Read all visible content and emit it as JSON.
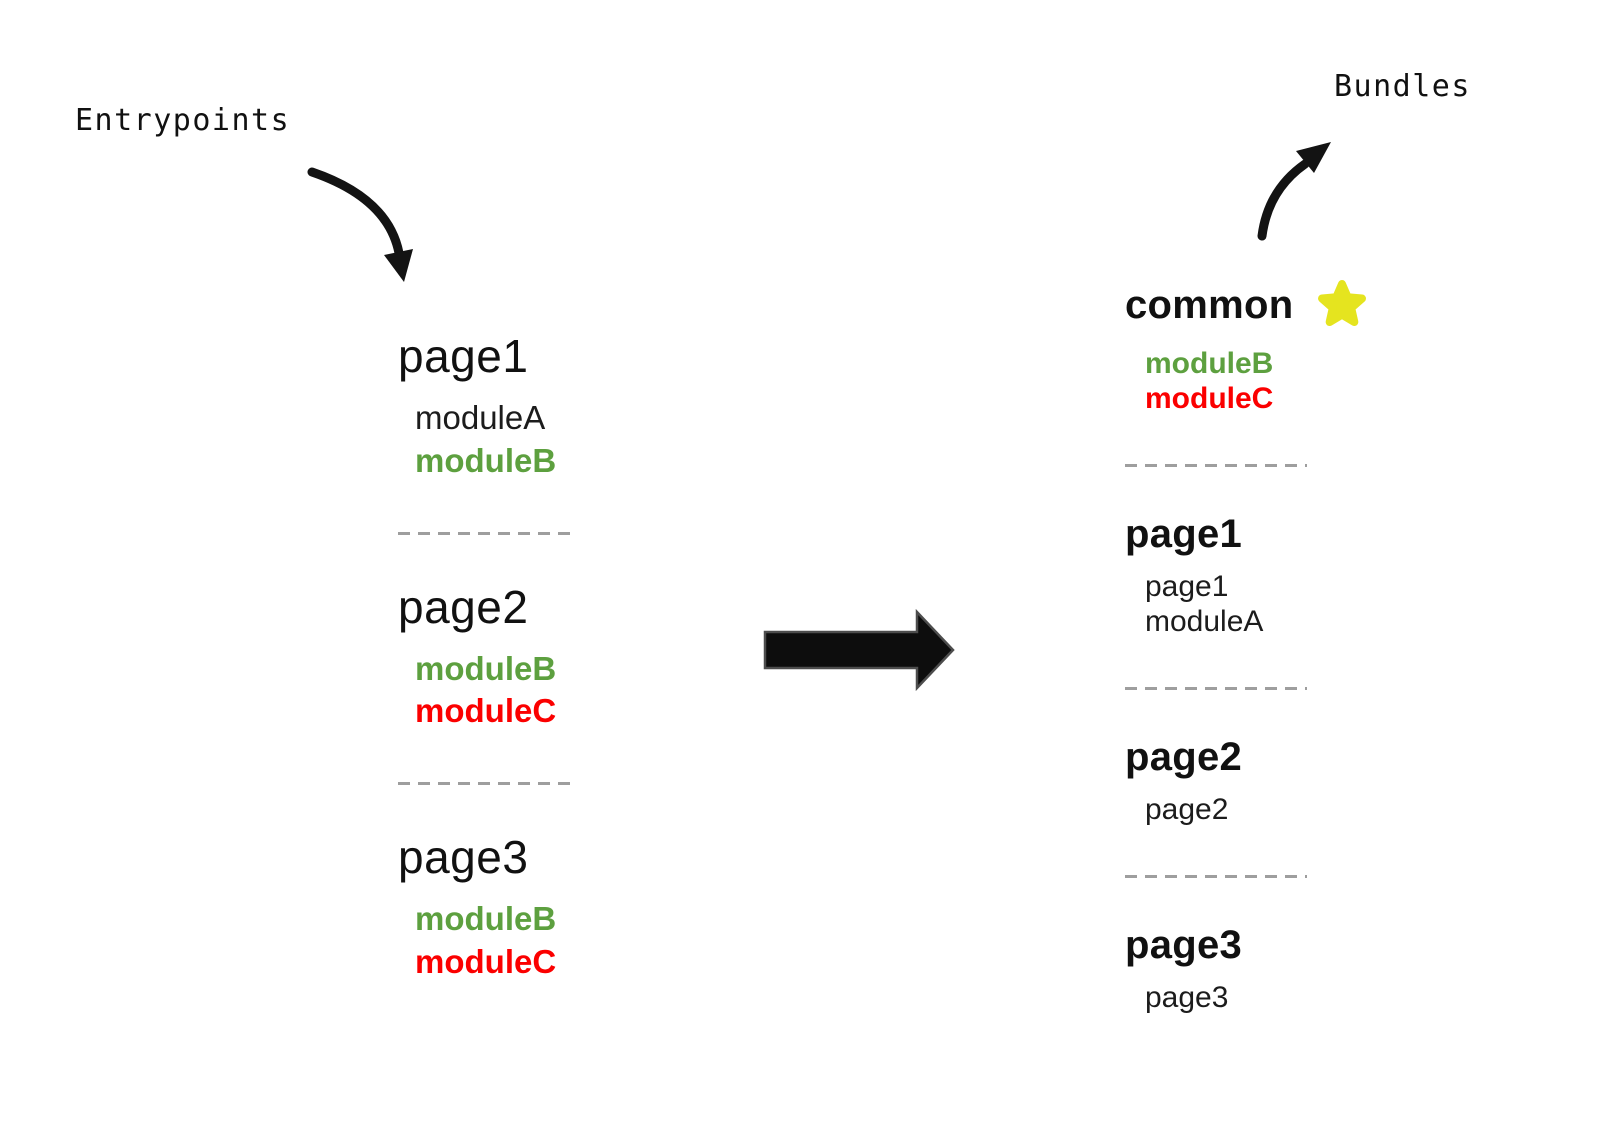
{
  "labels": {
    "entrypoints": "Entrypoints",
    "bundles": "Bundles"
  },
  "colors": {
    "ink": "#111111",
    "green": "#5da03f",
    "red": "#fb0000",
    "star_yellow": "#e5e41f",
    "dash_gray": "#9e9e9e"
  },
  "icons": {
    "star": "star-icon",
    "entry_arrow": "curved-arrow-down-icon",
    "bundle_arrow": "curved-arrow-up-icon",
    "transform_arrow": "right-block-arrow-icon"
  },
  "entrypoints": [
    {
      "title": "page1",
      "modules": [
        {
          "name": "moduleA",
          "color": "black",
          "bold": false
        },
        {
          "name": "moduleB",
          "color": "green",
          "bold": true
        }
      ]
    },
    {
      "title": "page2",
      "modules": [
        {
          "name": "moduleB",
          "color": "green",
          "bold": true
        },
        {
          "name": "moduleC",
          "color": "red",
          "bold": true
        }
      ]
    },
    {
      "title": "page3",
      "modules": [
        {
          "name": "moduleB",
          "color": "green",
          "bold": true
        },
        {
          "name": "moduleC",
          "color": "red",
          "bold": true
        }
      ]
    }
  ],
  "bundles": [
    {
      "title": "common",
      "star": true,
      "modules": [
        {
          "name": "moduleB",
          "color": "green",
          "bold": true
        },
        {
          "name": "moduleC",
          "color": "red",
          "bold": true
        }
      ]
    },
    {
      "title": "page1",
      "star": false,
      "modules": [
        {
          "name": "page1",
          "color": "black",
          "bold": false
        },
        {
          "name": "moduleA",
          "color": "black",
          "bold": false
        }
      ]
    },
    {
      "title": "page2",
      "star": false,
      "modules": [
        {
          "name": "page2",
          "color": "black",
          "bold": false
        }
      ]
    },
    {
      "title": "page3",
      "star": false,
      "modules": [
        {
          "name": "page3",
          "color": "black",
          "bold": false
        }
      ]
    }
  ]
}
